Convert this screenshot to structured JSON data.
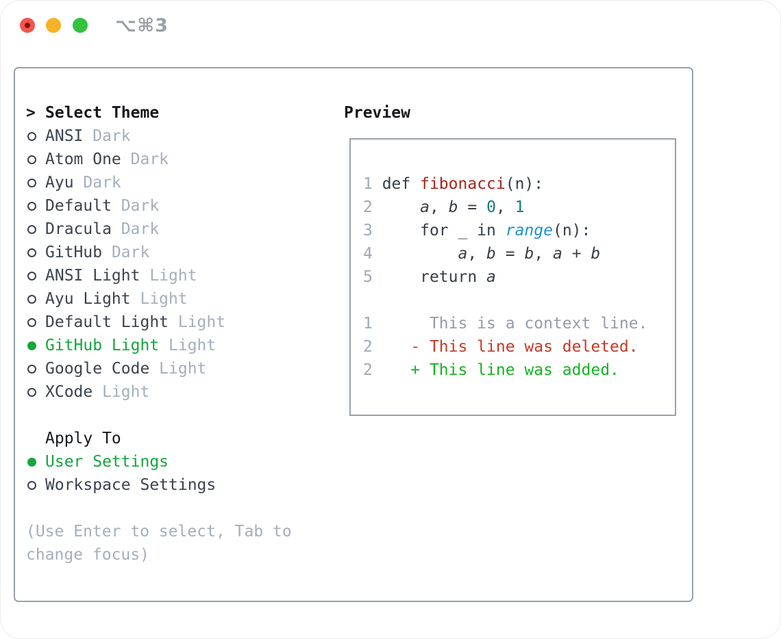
{
  "titlebar": {
    "shortcut": "⌥⌘3",
    "traffic_lights": [
      "close",
      "minimize",
      "zoom"
    ]
  },
  "colors": {
    "headerBlack": "#15181c",
    "textDark": "#3b434d",
    "muted": "#a4afbb",
    "lineNum": "#9fa9b5",
    "contextGray": "#939da8",
    "selGreen": "#14a73c",
    "addGreen": "#12b41f",
    "delRed": "#c23a28",
    "funcRed": "#a8241b",
    "litTeal": "#0f7d74",
    "callBlue": "#2191cd",
    "codeDark": "#363e46",
    "frame": "#98a1ab",
    "trafficRed": "#f4544d",
    "trafficRedDot": "#7f130b",
    "trafficYellow": "#f7b327",
    "trafficGreen": "#34c23d",
    "shortcutGray": "#9aa0a6"
  },
  "panel": {
    "select_theme": {
      "marker": ">",
      "label": "Select Theme"
    },
    "themes": [
      {
        "name": "ANSI",
        "tag": "Dark",
        "selected": false
      },
      {
        "name": "Atom One",
        "tag": "Dark",
        "selected": false
      },
      {
        "name": "Ayu",
        "tag": "Dark",
        "selected": false
      },
      {
        "name": "Default",
        "tag": "Dark",
        "selected": false
      },
      {
        "name": "Dracula",
        "tag": "Dark",
        "selected": false
      },
      {
        "name": "GitHub",
        "tag": "Dark",
        "selected": false
      },
      {
        "name": "ANSI Light",
        "tag": "Light",
        "selected": false
      },
      {
        "name": "Ayu Light",
        "tag": "Light",
        "selected": false
      },
      {
        "name": "Default Light",
        "tag": "Light",
        "selected": false
      },
      {
        "name": "GitHub Light",
        "tag": "Light",
        "selected": true
      },
      {
        "name": "Google Code",
        "tag": "Light",
        "selected": false
      },
      {
        "name": "XCode",
        "tag": "Light",
        "selected": false
      }
    ],
    "apply_to": {
      "label": "Apply To",
      "options": [
        {
          "label": "User Settings",
          "selected": true
        },
        {
          "label": "Workspace Settings",
          "selected": false
        }
      ]
    },
    "hint_lines": [
      "(Use Enter to select, Tab to",
      "change focus)"
    ]
  },
  "preview": {
    "label": "Preview",
    "code_lines": [
      {
        "num": "1",
        "tokens": [
          [
            " def ",
            "k"
          ],
          [
            "fibonacci",
            "f"
          ],
          [
            "(n):",
            "k"
          ]
        ]
      },
      {
        "num": "2",
        "tokens": [
          [
            "     ",
            "k"
          ],
          [
            "a",
            "v"
          ],
          [
            ", ",
            "k"
          ],
          [
            "b",
            "v"
          ],
          [
            " = ",
            "k"
          ],
          [
            "0",
            "l"
          ],
          [
            ", ",
            "k"
          ],
          [
            "1",
            "l"
          ]
        ]
      },
      {
        "num": "3",
        "tokens": [
          [
            "     for _ in ",
            "k"
          ],
          [
            "range",
            "c"
          ],
          [
            "(n):",
            "k"
          ]
        ]
      },
      {
        "num": "4",
        "tokens": [
          [
            "         ",
            "k"
          ],
          [
            "a",
            "v"
          ],
          [
            ", ",
            "k"
          ],
          [
            "b",
            "v"
          ],
          [
            " = ",
            "k"
          ],
          [
            "b",
            "v"
          ],
          [
            ", ",
            "k"
          ],
          [
            "a",
            "v"
          ],
          [
            " + ",
            "k"
          ],
          [
            "b",
            "v"
          ]
        ]
      },
      {
        "num": "5",
        "tokens": [
          [
            "     return ",
            "k"
          ],
          [
            "a",
            "v"
          ]
        ]
      }
    ],
    "diff_lines": [
      {
        "num": "1",
        "text": "      This is a context line.",
        "type": "context"
      },
      {
        "num": "2",
        "text": "    - This line was deleted.",
        "type": "del"
      },
      {
        "num": "2",
        "text": "    + This line was added.",
        "type": "add"
      }
    ]
  }
}
